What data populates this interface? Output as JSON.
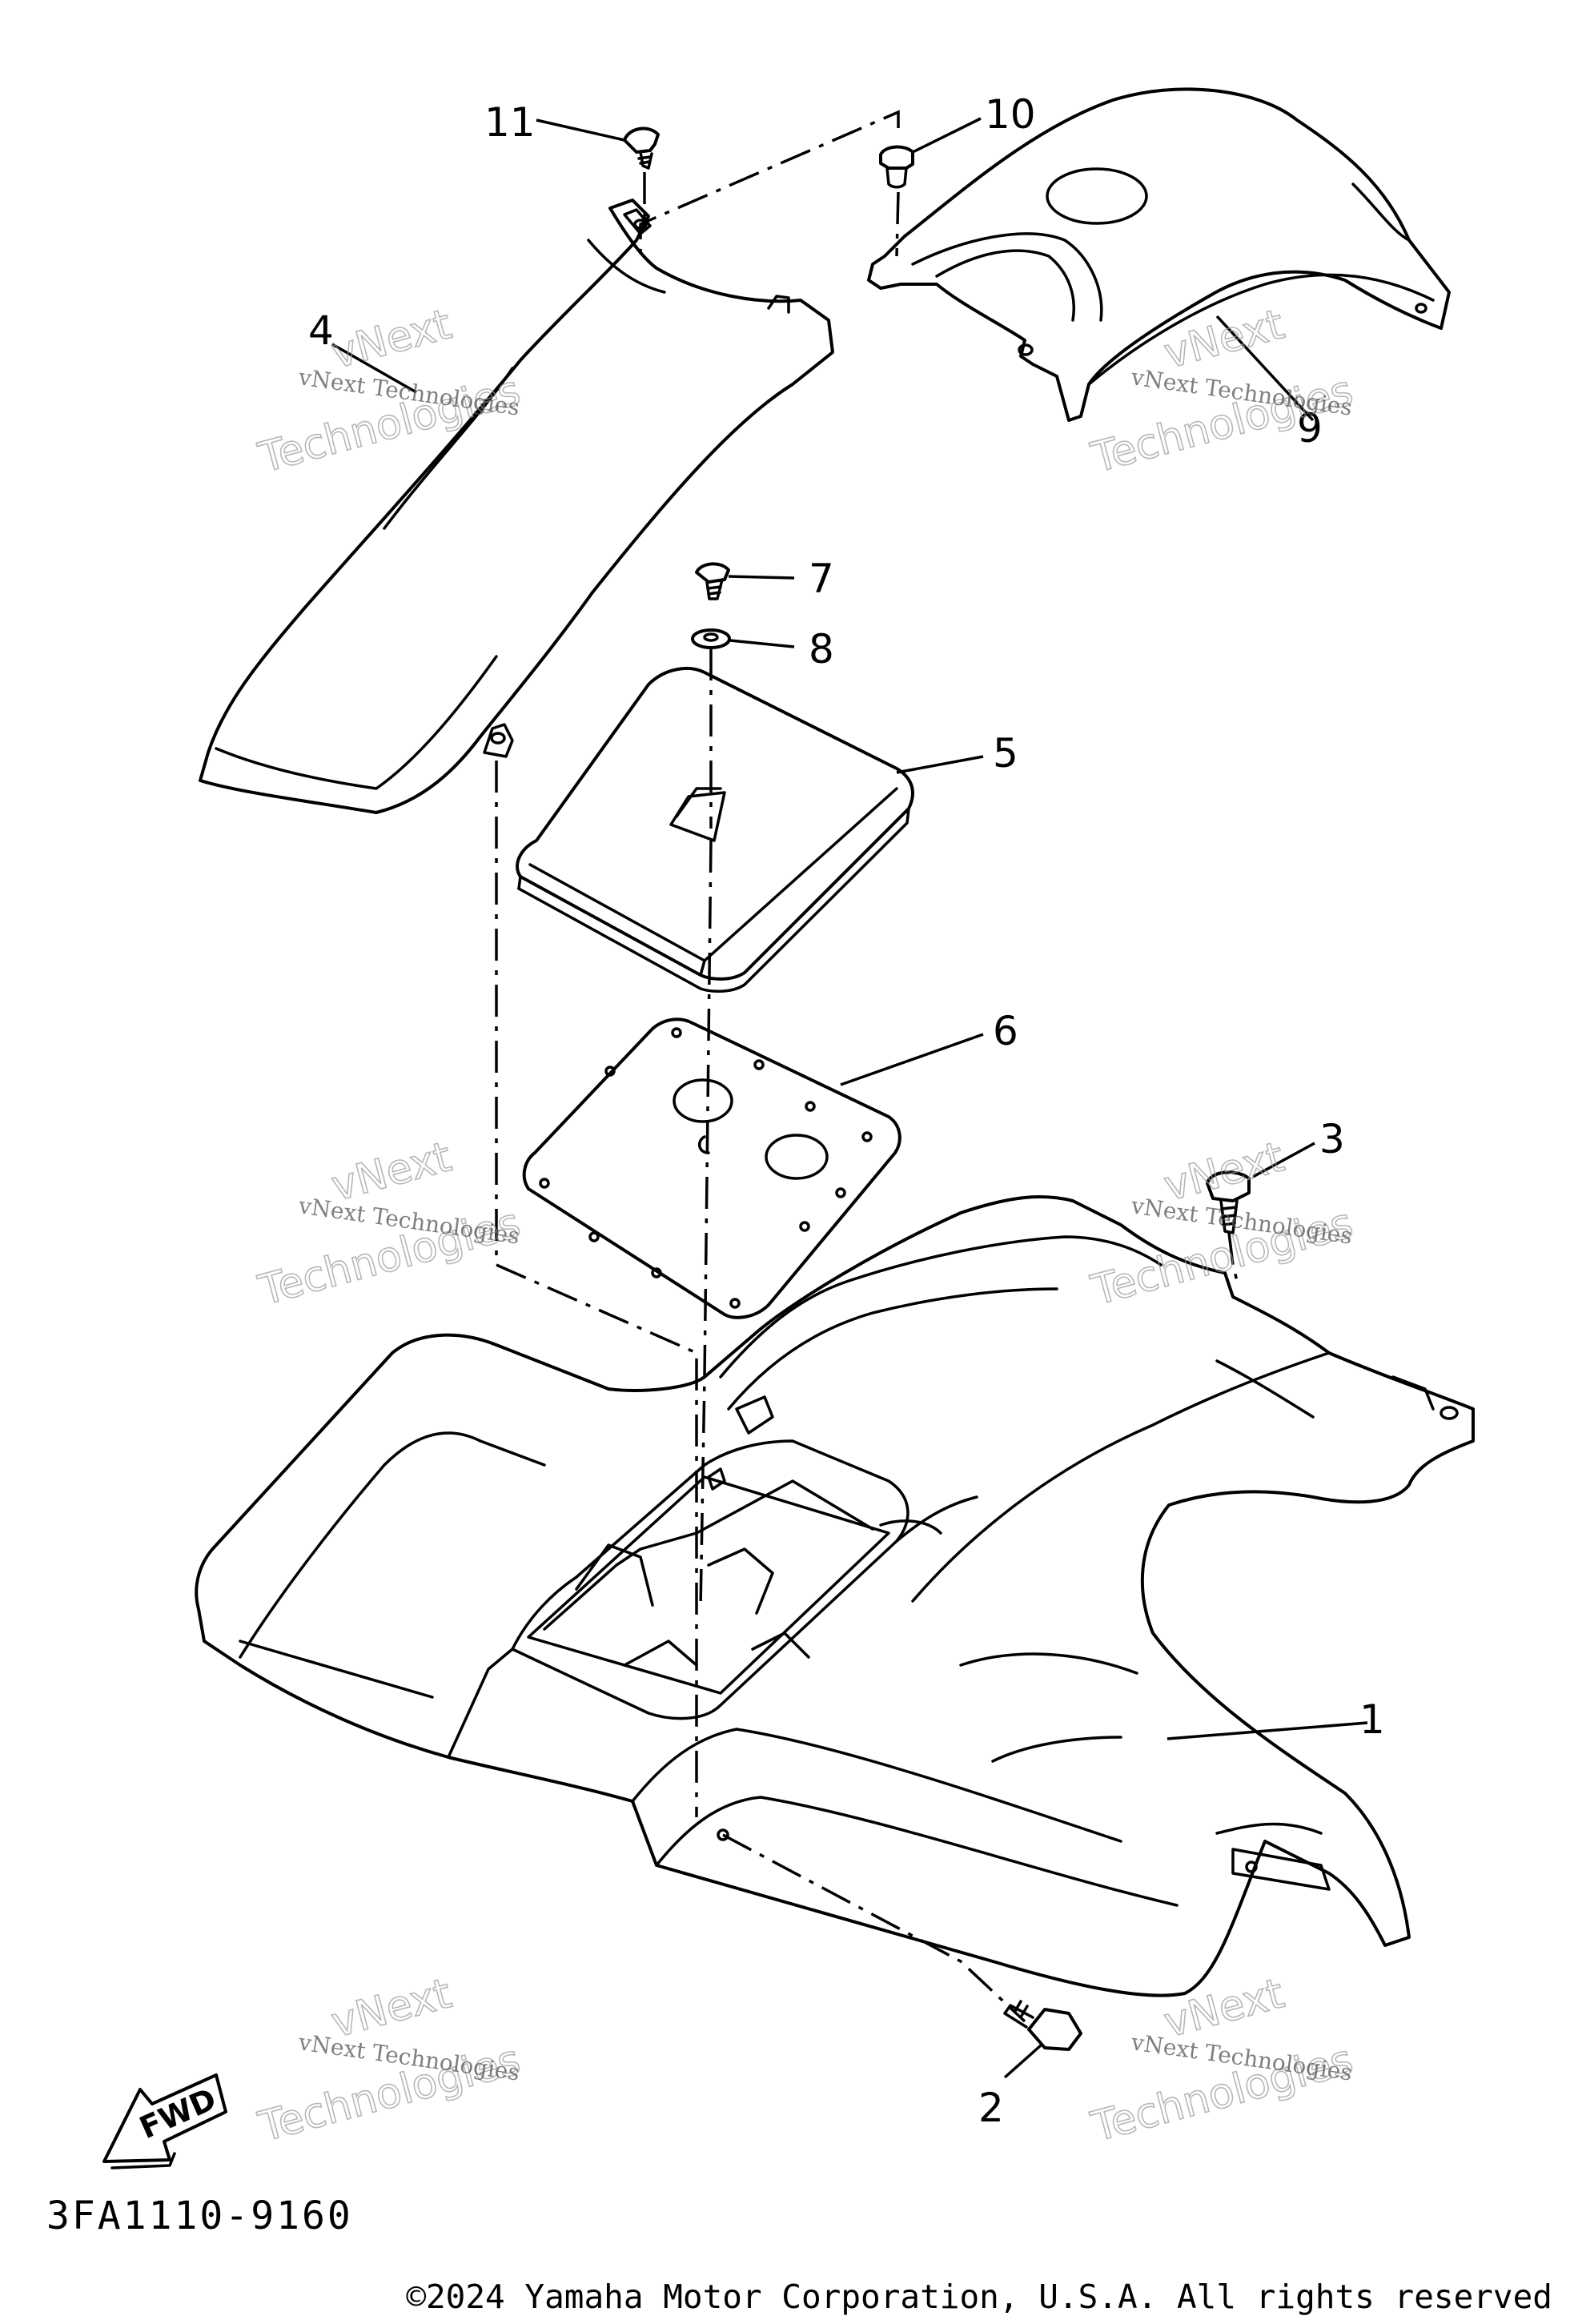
{
  "callouts": {
    "c1": "1",
    "c2": "2",
    "c3": "3",
    "c4": "4",
    "c5": "5",
    "c6": "6",
    "c7": "7",
    "c8": "8",
    "c9": "9",
    "c10": "10",
    "c11": "11"
  },
  "watermark": {
    "line1": "vNext Technologies",
    "line2": "vNext",
    "line3": "Technologies"
  },
  "fwd_label": "FWD",
  "diagram_code": "3FA1110-9160",
  "copyright": "©2024 Yamaha Motor Corporation, U.S.A. All rights reserved"
}
